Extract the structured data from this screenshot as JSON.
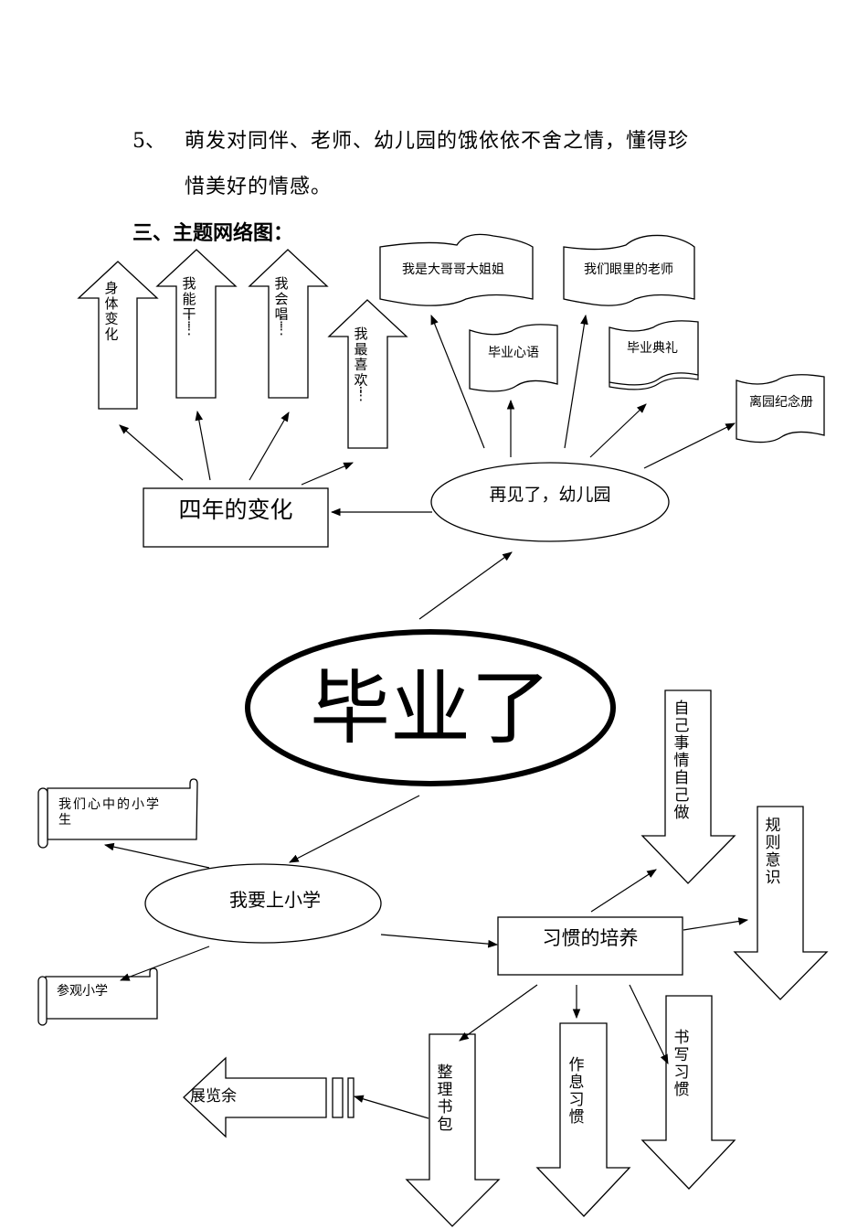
{
  "goal": {
    "number": "5、",
    "line1": "萌发对同伴、老师、幼儿园的饿依依不舍之情，懂得珍",
    "line2": "惜美好的情感。"
  },
  "section_title": "三、主题网络图：",
  "center": {
    "label": "毕业了"
  },
  "branch_farewell": {
    "label": "再见了，幼儿园",
    "banners": [
      "我是大哥哥大姐姐",
      "毕业心语",
      "我们眼里的老师",
      "毕业典礼",
      "离园纪念册"
    ]
  },
  "branch_changes": {
    "label": "四年的变化",
    "up_arrows": [
      "身体变化",
      "我能干……",
      "我会唱……",
      "我最喜欢……"
    ]
  },
  "branch_school": {
    "label": "我要上小学",
    "scrolls": [
      "我们心中的小学生",
      "参观小学"
    ]
  },
  "branch_habits": {
    "label": "习惯的培养",
    "down_arrows": [
      "自己事情自己做",
      "规则意识",
      "整理书包",
      "作息习惯",
      "书写习惯"
    ],
    "left_arrow": "展览余"
  }
}
